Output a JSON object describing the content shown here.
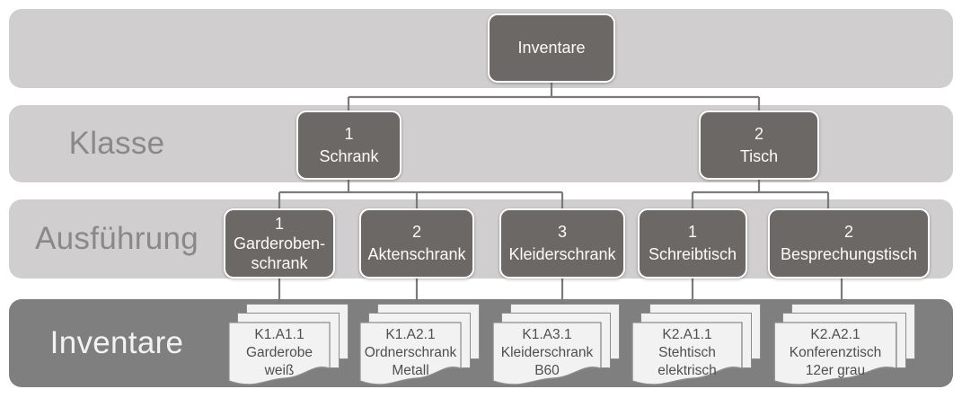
{
  "lanes": [
    {
      "id": "root",
      "label": ""
    },
    {
      "id": "klasse",
      "label": "Klasse"
    },
    {
      "id": "ausfuehrung",
      "label": "Ausführung"
    },
    {
      "id": "inventare",
      "label": "Inventare"
    }
  ],
  "tree": {
    "root": {
      "lines": [
        "Inventare"
      ]
    },
    "klasse": [
      {
        "lines": [
          "1",
          "Schrank"
        ]
      },
      {
        "lines": [
          "2",
          "Tisch"
        ]
      }
    ],
    "ausfuehrung": [
      {
        "lines": [
          "1",
          "Garderoben-",
          "schrank"
        ]
      },
      {
        "lines": [
          "2",
          "Aktenschrank"
        ]
      },
      {
        "lines": [
          "3",
          "Kleiderschrank"
        ]
      },
      {
        "lines": [
          "1",
          "Schreibtisch"
        ]
      },
      {
        "lines": [
          "2",
          "Besprechungstisch"
        ]
      }
    ],
    "inventare": [
      {
        "lines": [
          "K1.A1.1",
          "Garderobe",
          "weiß"
        ]
      },
      {
        "lines": [
          "K1.A2.1",
          "Ordnerschrank",
          "Metall"
        ]
      },
      {
        "lines": [
          "K1.A3.1",
          "Kleiderschrank",
          "B60"
        ]
      },
      {
        "lines": [
          "K2.A1.1",
          "Stehtisch",
          "elektrisch"
        ]
      },
      {
        "lines": [
          "K2.A2.1",
          "Konferenztisch",
          "12er grau"
        ]
      }
    ]
  },
  "colors": {
    "lane_light": "#d0cece",
    "lane_dark": "#7f7f7f",
    "node_fill": "#6b6865",
    "node_border": "#ffffff",
    "connector": "#7b7b7b",
    "card_fill": "#f2f2f2",
    "card_border": "#8c8c8c",
    "lane_label_light": "#8a8888",
    "lane_label_dark": "#f2f2f2"
  }
}
